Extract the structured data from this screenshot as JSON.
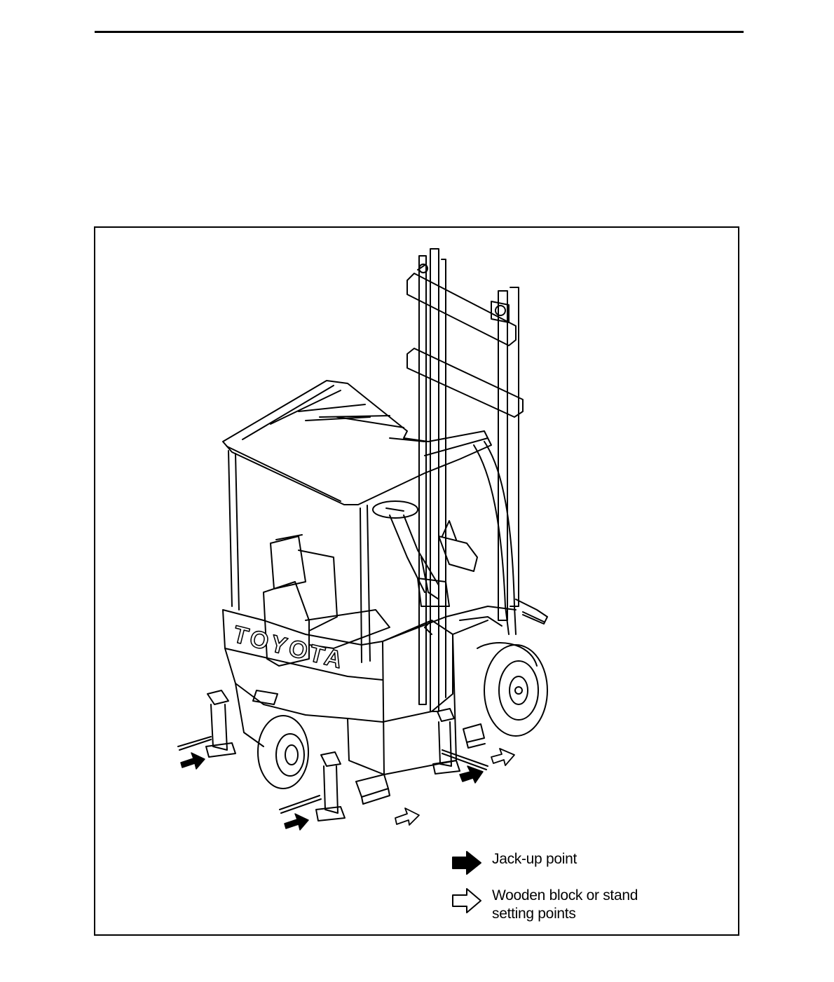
{
  "figure": {
    "brand_marking": "TOYOTA",
    "legend": {
      "jack_up": {
        "label": "Jack-up point",
        "icon": "solid-arrow-icon",
        "fill": "#000000"
      },
      "block": {
        "label": "Wooden block or stand\nsetting points",
        "icon": "outline-arrow-icon",
        "fill": "#ffffff"
      }
    }
  }
}
